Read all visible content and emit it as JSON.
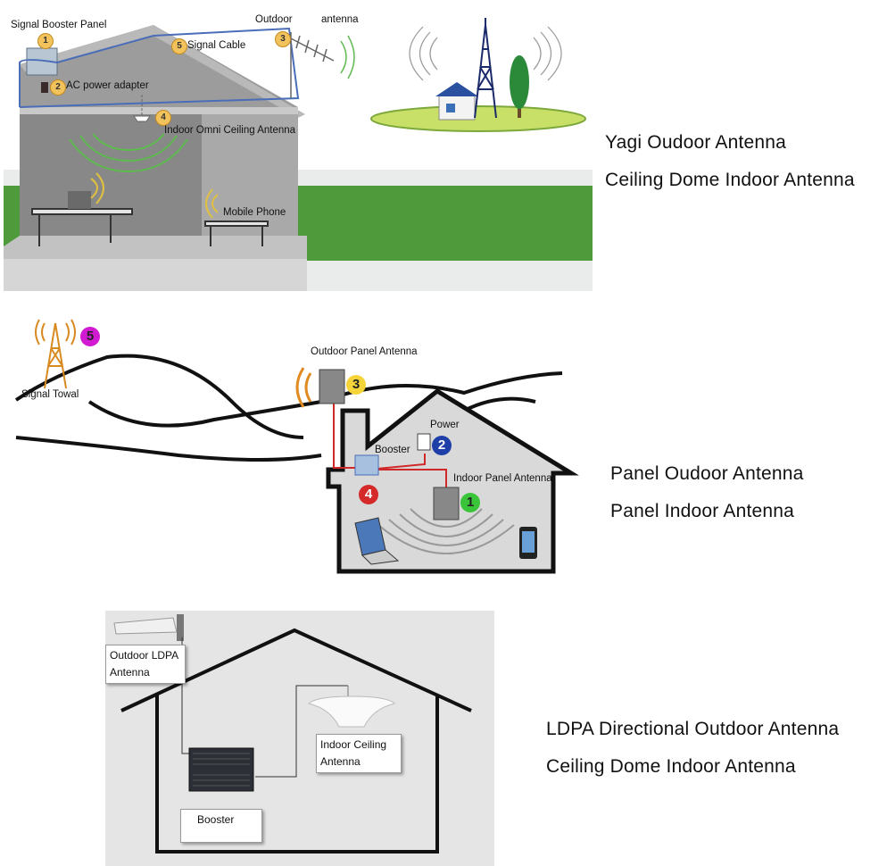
{
  "diagram1": {
    "labels": {
      "booster_panel": "Signal Booster Panel",
      "signal_cable": "Signal Cable",
      "outdoor": "Outdoor",
      "antenna": "antenna",
      "ac_adapter": "AC power adapter",
      "indoor_omni": "Indoor Omni Ceiling Antenna",
      "mobile_phone": "Mobile Phone"
    },
    "badges": {
      "b1": "1",
      "b2": "2",
      "b3": "3",
      "b4": "4",
      "b5": "5"
    },
    "captions": [
      "Yagi Oudoor Antenna",
      "Ceiling Dome Indoor Antenna"
    ]
  },
  "diagram2": {
    "labels": {
      "signal_tower": "Signal Towal",
      "outdoor_panel": "Outdoor Panel Antenna",
      "power": "Power",
      "booster": "Booster",
      "indoor_panel": "Indoor Panel Antenna"
    },
    "badges": {
      "b1": "1",
      "b2": "2",
      "b3": "3",
      "b4": "4",
      "b5": "5"
    },
    "captions": [
      "Panel Oudoor Antenna",
      "Panel Indoor Antenna"
    ]
  },
  "diagram3": {
    "labels": {
      "outdoor_ldpa_1": "Outdoor LDPA",
      "outdoor_ldpa_2": "Antenna",
      "indoor_ceiling_1": "Indoor Ceiling",
      "indoor_ceiling_2": "Antenna",
      "booster": "Booster"
    },
    "captions": [
      "LDPA Directional Outdoor Antenna",
      "Ceiling Dome Indoor Antenna"
    ]
  },
  "colors": {
    "badge_yellow": "#f2c35c",
    "badge_blue": "#1f3fa8",
    "badge_green": "#39c439",
    "badge_red": "#d42a2a",
    "badge_magenta": "#d21ad2",
    "cable_red": "#d02828",
    "cable_blue": "#4a6db8",
    "grass": "#4f9a3a"
  }
}
